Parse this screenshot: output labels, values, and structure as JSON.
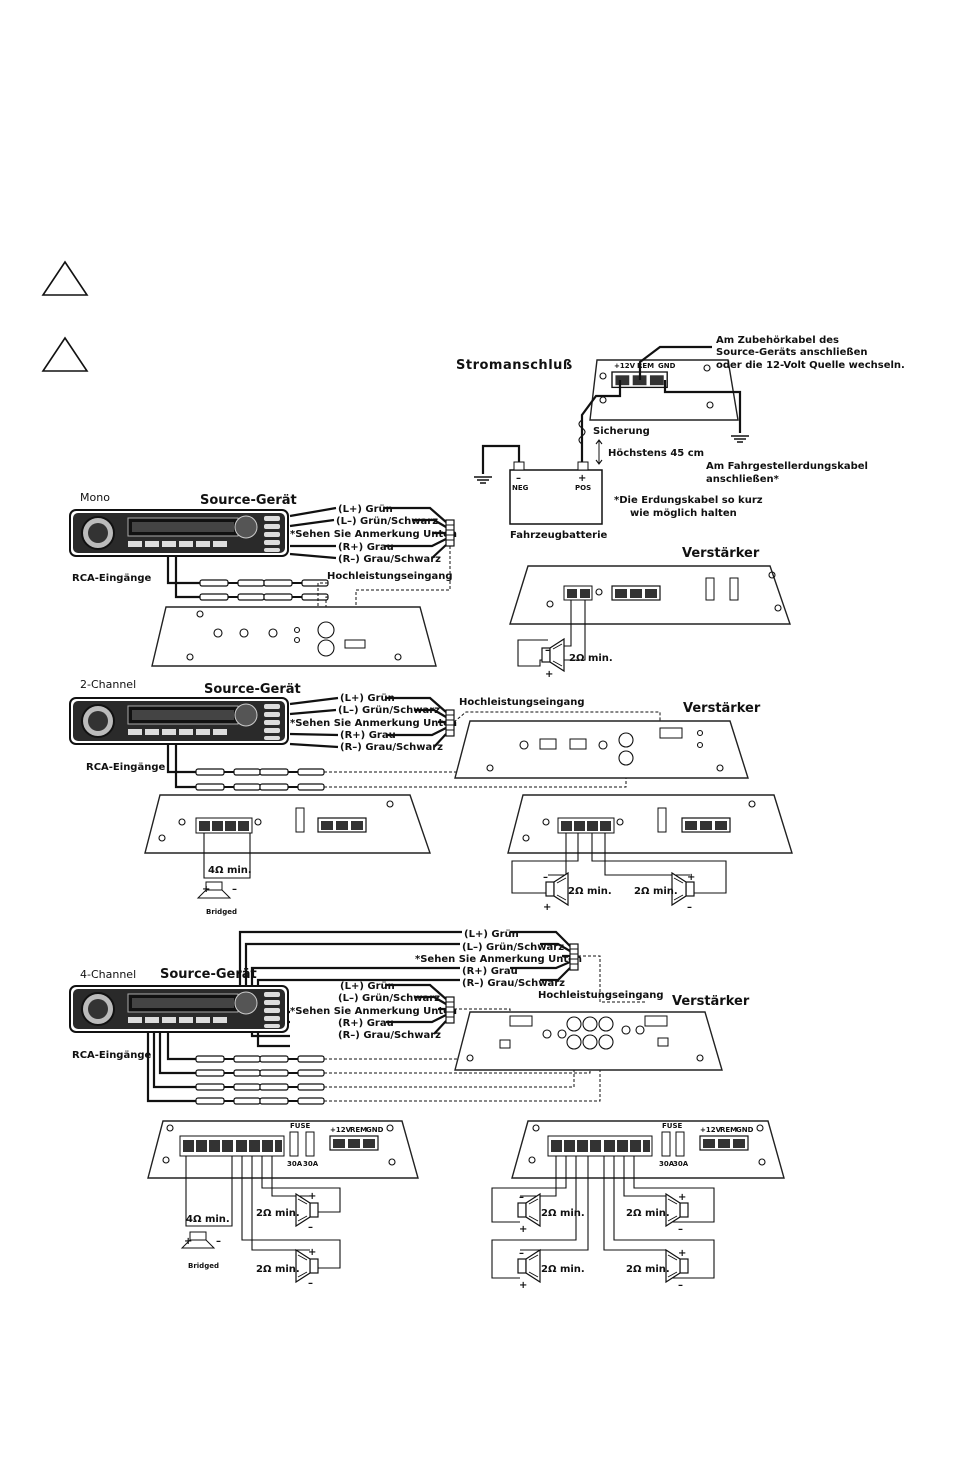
{
  "title": "Stromanschluß",
  "sections": {
    "mono": "Mono",
    "two_channel": "2-Channel",
    "four_channel": "4-Channel"
  },
  "power": {
    "terminals": [
      "+12V",
      "REM",
      "GND"
    ],
    "note_accessory": [
      "Am Zubehörkabel des",
      "Source-Geräts anschließen",
      "oder die 12-Volt Quelle wechseln."
    ],
    "fuse": "Sicherung",
    "max_distance": "Höchstens 45 cm",
    "chassis_ground": [
      "Am Fahrgestellerdungskabel",
      "anschließen*"
    ],
    "ground_note": [
      "*Die Erdungskabel so kurz",
      "wie möglich halten"
    ],
    "battery_neg": "NEG",
    "battery_pos": "POS",
    "battery": "Fahrzeugbatterie",
    "minus": "–",
    "plus": "+"
  },
  "labels": {
    "source_device": "Source-Gerät",
    "rca_inputs": "RCA-Eingänge",
    "high_level_input": "Hochleistungseingang",
    "amplifier": "Verstärker",
    "bridged": "Bridged",
    "four_ohm": "4Ω min.",
    "two_ohm": "2Ω min.",
    "fuse_tag": "FUSE",
    "fuse_a": "30A",
    "fuse_b": "30A"
  },
  "wire_labels": [
    "(L+) Grün",
    "(L–) Grün/Schwarz",
    "*Sehen Sie Anmerkung Unten",
    "(R+) Grau",
    "(R–) Grau/Schwarz"
  ]
}
